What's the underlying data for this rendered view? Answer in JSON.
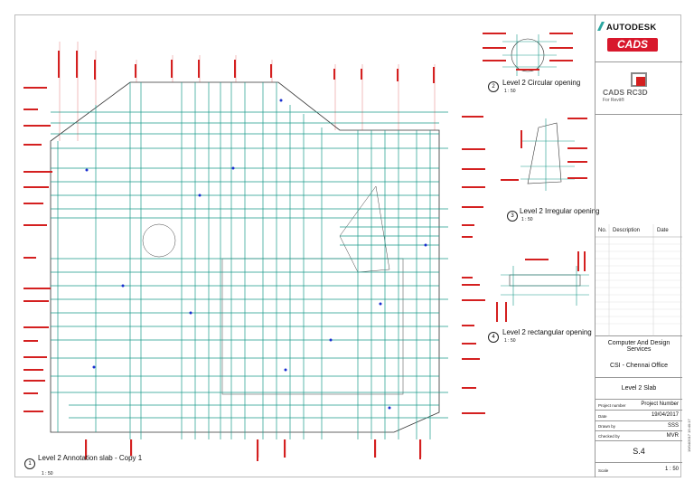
{
  "views": [
    {
      "number": "1",
      "title": "Level 2 Annotation slab - Copy 1",
      "scale": "1 : 50"
    },
    {
      "number": "2",
      "title": "Level 2 Circular opening",
      "scale": "1 : 50"
    },
    {
      "number": "3",
      "title": "Level 2 Irregular opening",
      "scale": "1 : 50"
    },
    {
      "number": "4",
      "title": "Level 2 rectangular opening",
      "scale": "1 : 50"
    }
  ],
  "logos": {
    "autodesk": "AUTODESK",
    "cads": "CADS",
    "rc3d": "CADS RC3D",
    "rc3d_sub": "For Revit®"
  },
  "revision_table": {
    "headers": [
      "No.",
      "Description",
      "Date"
    ]
  },
  "titleblock": {
    "company": "Computer And Design Services",
    "office": "CSI - Chennai Office",
    "sheet_name": "Level 2 Slab",
    "project_number_label": "Project number",
    "project_number": "Project Number",
    "date_label": "Date",
    "date": "19/04/2017",
    "drawn_by_label": "Drawn by",
    "drawn_by": "SSS",
    "checked_by_label": "Checked by",
    "checked_by": "MVR",
    "sheet_number": "S.4",
    "scale_label": "Scale",
    "scale": "1 : 50"
  },
  "side_stamp": "19/04/2017 15:40:17",
  "colors": {
    "rebar": "#1a9a8a",
    "annotation": "#d42020",
    "slab_outline": "#222222",
    "marker": "#1a2fd0"
  }
}
